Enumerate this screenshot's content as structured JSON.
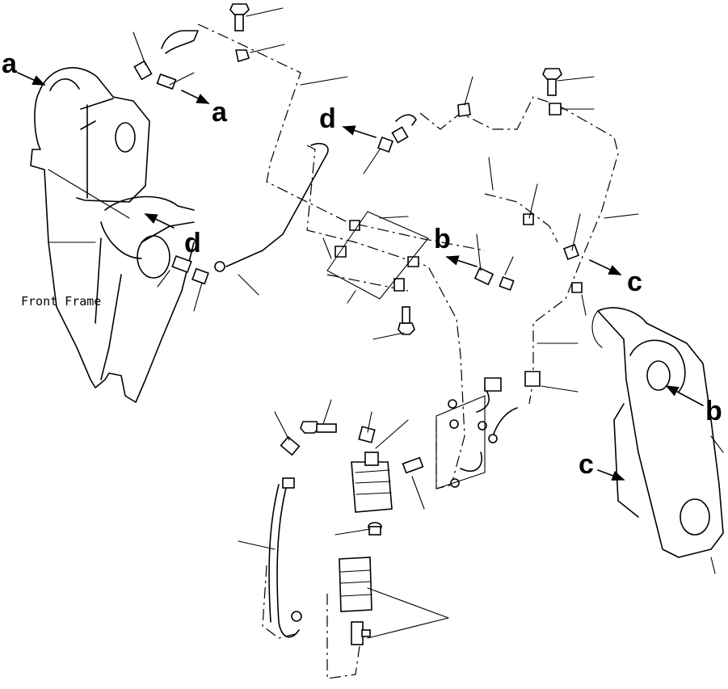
{
  "diagram": {
    "caption": "Front Frame",
    "labels": {
      "a1": "a",
      "a2": "a",
      "b1": "b",
      "b2": "b",
      "c1": "c",
      "c2": "c",
      "d1": "d",
      "d2": "d"
    }
  }
}
